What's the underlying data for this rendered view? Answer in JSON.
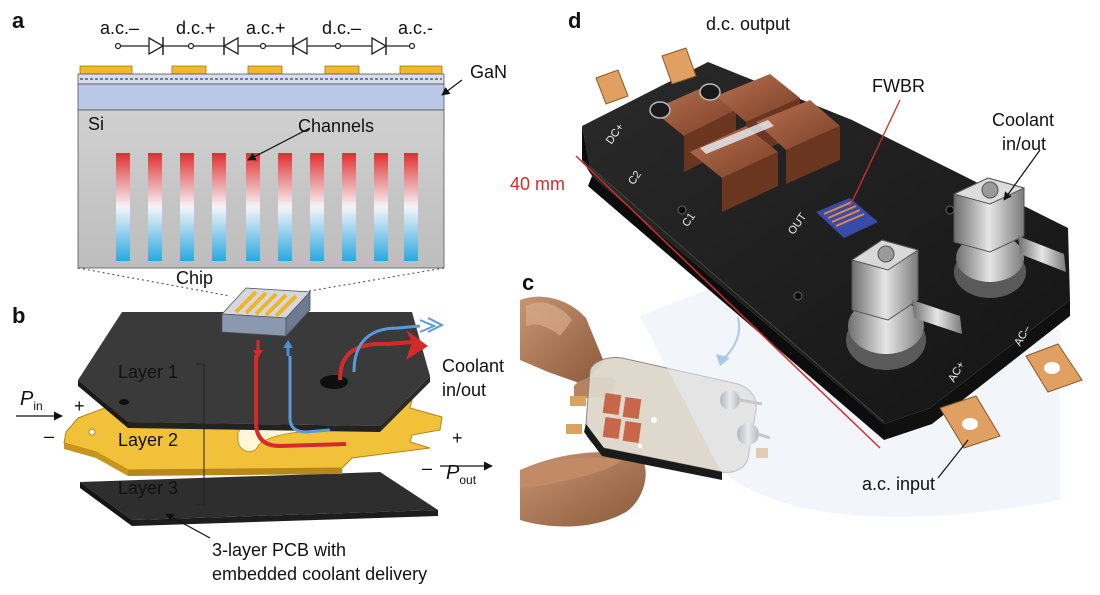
{
  "panels": {
    "a": "a",
    "b": "b",
    "c": "c",
    "d": "d"
  },
  "panel_a": {
    "terminals": [
      "a.c.–",
      "d.c.+",
      "a.c.+",
      "d.c.–",
      "a.c.-"
    ],
    "gan_label": "GaN",
    "si_label": "Si",
    "channels_label": "Channels"
  },
  "panel_b": {
    "chip_label": "Chip",
    "layer1": "Layer 1",
    "layer2": "Layer 2",
    "layer3": "Layer 3",
    "coolant": [
      "Coolant",
      "in/out"
    ],
    "p_in": {
      "symbol": "P",
      "sub": "in"
    },
    "p_out": {
      "symbol": "P",
      "sub": "out"
    },
    "plus": "+",
    "minus": "–",
    "pcb_caption": [
      "3-layer PCB with",
      "embedded coolant delivery"
    ]
  },
  "panel_d": {
    "dc_output": "d.c. output",
    "fwbr": "FWBR",
    "coolant": [
      "Coolant",
      "in/out"
    ],
    "dimension": "40 mm",
    "ac_input": "a.c. input",
    "silk": {
      "c1": "C1",
      "c2": "C2",
      "dc_plus": "DC+",
      "out": "OUT",
      "ac_minus": "AC–",
      "ac_plus": "AC+"
    }
  },
  "colors": {
    "accent_red": "#d22d2d",
    "gan_gold": "#f2b92e",
    "substrate": "#cfd8e8",
    "pcb_dark": "#333333",
    "layer2_gold": "#f0c23a",
    "coolant_blue": "#4a8fd8"
  }
}
